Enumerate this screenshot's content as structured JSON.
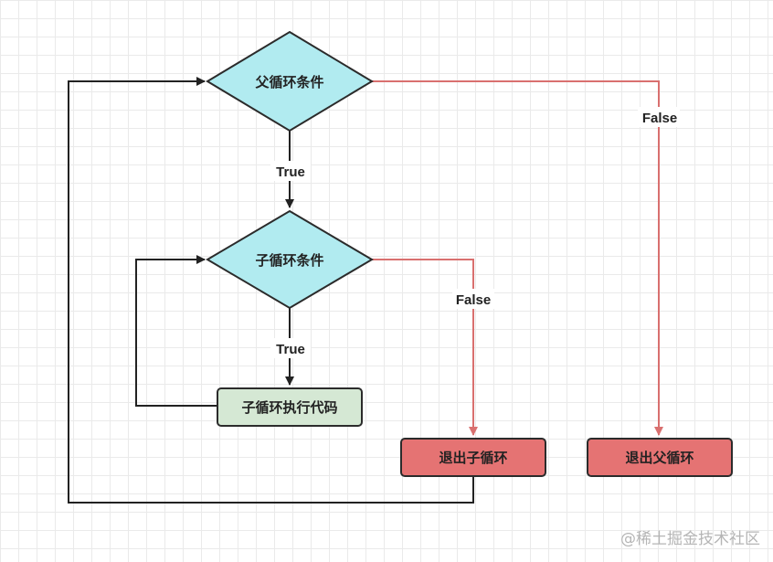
{
  "diagram": {
    "nodes": {
      "parent_condition": "父循环条件",
      "child_condition": "子循环条件",
      "child_body": "子循环执行代码",
      "exit_child": "退出子循环",
      "exit_parent": "退出父循环"
    },
    "edges": {
      "parent_true": "True",
      "child_true": "True",
      "child_false": "False",
      "parent_false": "False"
    }
  },
  "watermark": "@稀土掘金技术社区",
  "colors": {
    "diamond_fill": "#b1ebf0",
    "body_fill": "#d5e8d4",
    "exit_fill": "#e57373",
    "true_edge": "#222222",
    "false_edge": "#d9706f"
  }
}
